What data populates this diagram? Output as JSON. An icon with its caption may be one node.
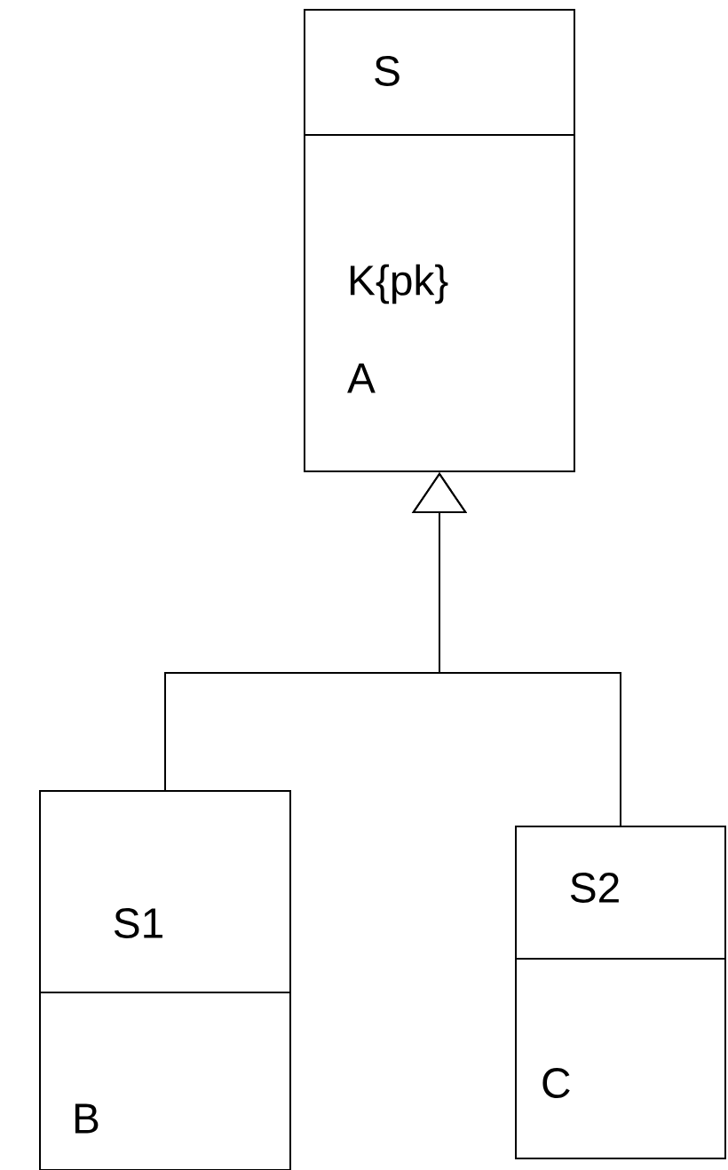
{
  "diagram": {
    "nodes": [
      {
        "text": [
          "S",
          "K{pk}",
          "A"
        ]
      },
      {
        "text": [
          "S1",
          "B"
        ]
      },
      {
        "text": [
          "S2",
          "C"
        ]
      }
    ],
    "edges": [
      {
        "from": 1,
        "to": 0,
        "arrow": "to"
      },
      {
        "from": 2,
        "to": 0,
        "arrow": "to"
      }
    ]
  }
}
